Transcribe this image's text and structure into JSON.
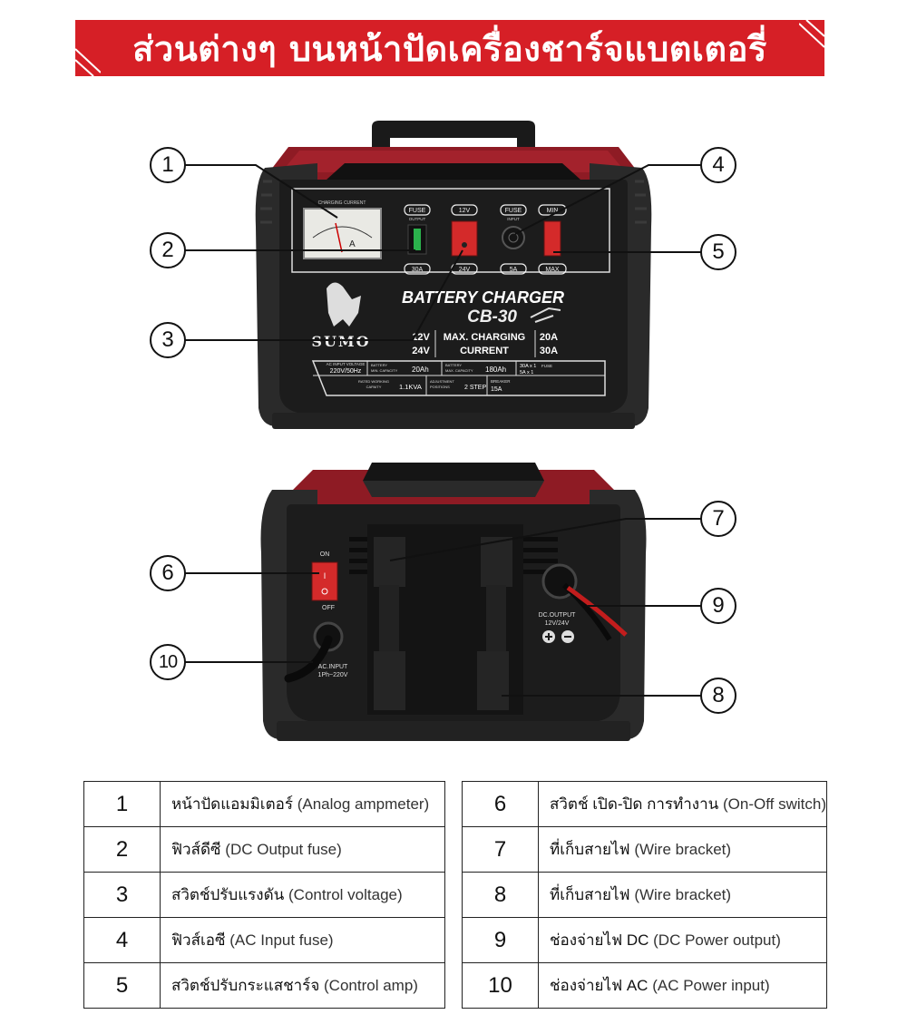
{
  "banner": {
    "title": "ส่วนต่างๆ บนหน้าปัดเครื่องชาร์จแบตเตอรี่"
  },
  "front_panel": {
    "meter_caption": "CHARGING CURRENT",
    "meter_unit": "A",
    "fuse_output_top": "FUSE",
    "fuse_output_sub": "OUTPUT",
    "fuse_output_rating": "30A",
    "voltage_top": "12V",
    "voltage_bottom": "24V",
    "fuse_input_top": "FUSE",
    "fuse_input_sub": "INPUT",
    "fuse_input_rating": "5A",
    "current_top": "MIN",
    "current_bottom": "MAX",
    "product_title": "BATTERY CHARGER",
    "model": "CB-30",
    "brand": "SUMO",
    "spec_volts_1": "12V",
    "spec_volts_2": "24V",
    "spec_max_1": "MAX. CHARGING",
    "spec_max_2": "CURRENT",
    "spec_amps_1": "20A",
    "spec_amps_2": "30A",
    "row1": {
      "ac_label": "AC INPUT VOLTAGE",
      "ac_value": "220V/50Hz",
      "min_label_1": "BATTERY",
      "min_label_2": "MIN. CAPACITY",
      "min_value": "20Ah",
      "max_label_1": "BATTERY",
      "max_label_2": "MAX. CAPACITY",
      "max_value": "180Ah",
      "fuse_value_1": "30A x 1",
      "fuse_value_2": "5A x 1",
      "fuse_label": "FUSE"
    },
    "row2": {
      "rated_label_1": "RATED WORKING",
      "rated_label_2": "CAPAITY",
      "rated_value": "1.1KVA",
      "adj_label_1": "ADJUSTMENT",
      "adj_label_2": "POSITIONS",
      "adj_value": "2 STEP",
      "breaker_label": "BREAKER",
      "breaker_value": "15A"
    }
  },
  "back_panel": {
    "switch_on": "ON",
    "switch_off": "OFF",
    "ac_input_1": "AC.INPUT",
    "ac_input_2": "1Ph~220V",
    "dc_output_1": "DC.OUTPUT",
    "dc_output_2": "12V/24V"
  },
  "callouts": [
    "1",
    "2",
    "3",
    "4",
    "5",
    "6",
    "7",
    "8",
    "9",
    "10"
  ],
  "legend": {
    "left": [
      {
        "num": "1",
        "th": "หน้าปัดแอมมิเตอร์",
        "en": "(Analog ampmeter)"
      },
      {
        "num": "2",
        "th": "ฟิวส์ดีซี",
        "en": "(DC Output fuse)"
      },
      {
        "num": "3",
        "th": "สวิตช์ปรับแรงดัน",
        "en": "(Control voltage)"
      },
      {
        "num": "4",
        "th": "ฟิวส์เอซี",
        "en": "(AC Input fuse)"
      },
      {
        "num": "5",
        "th": "สวิตช์ปรับกระแสชาร์จ",
        "en": "(Control amp)"
      }
    ],
    "right": [
      {
        "num": "6",
        "th": "สวิตช์ เปิด-ปิด การทำงาน",
        "en": "(On-Off switch)"
      },
      {
        "num": "7",
        "th": "ที่เก็บสายไฟ",
        "en": "(Wire bracket)"
      },
      {
        "num": "8",
        "th": "ที่เก็บสายไฟ",
        "en": "(Wire bracket)"
      },
      {
        "num": "9",
        "th": "ช่องจ่ายไฟ DC",
        "en": "(DC Power output)"
      },
      {
        "num": "10",
        "th": "ช่องจ่ายไฟ AC",
        "en": "(AC Power input)"
      }
    ]
  },
  "colors": {
    "banner_red": "#d61f26",
    "housing_red": "#8e1b24",
    "panel_black": "#1c1c1c",
    "bumper_black": "#2a2a2a"
  }
}
